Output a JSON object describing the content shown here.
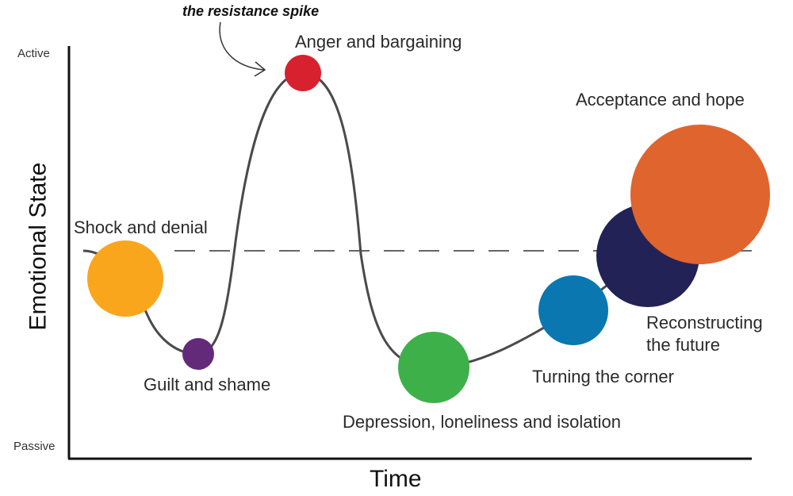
{
  "diagram": {
    "callout": "the resistance spike",
    "x_axis_title": "Time",
    "y_axis_title": "Emotional State",
    "y_top_label": "Active",
    "y_bottom_label": "Passive"
  },
  "stages": [
    {
      "label": "Shock and denial",
      "color": "#F9A61C"
    },
    {
      "label": "Guilt and shame",
      "color": "#632A7A"
    },
    {
      "label": "Anger and bargaining",
      "color": "#D7212F"
    },
    {
      "label": "Depression, loneliness and isolation",
      "color": "#3EB049"
    },
    {
      "label": "Turning the corner",
      "color": "#0A77B0"
    },
    {
      "label": "Reconstructing",
      "label_line2": "the future",
      "color": "#222256"
    },
    {
      "label": "Acceptance and hope",
      "color": "#E0642D"
    }
  ],
  "colors": {
    "axis": "#111111",
    "curve": "#4a4a4a",
    "baseline_dash": "#333333"
  }
}
